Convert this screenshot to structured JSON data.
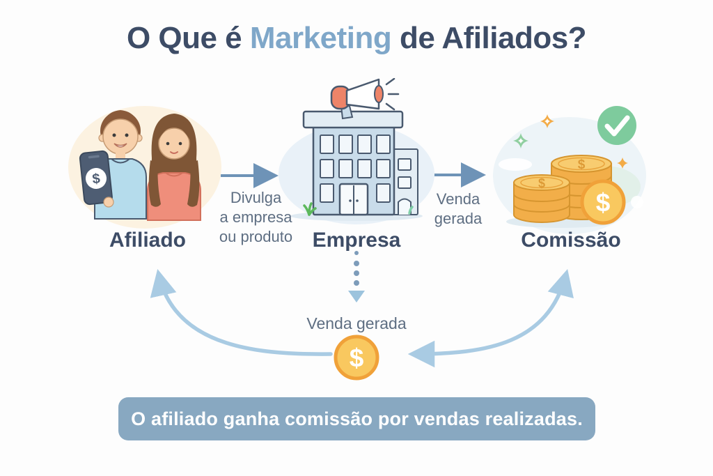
{
  "title": {
    "prefix": "O Que é ",
    "highlight": "Marketing",
    "suffix": " de Afiliados?"
  },
  "nodes": {
    "afiliado": {
      "label": "Afiliado",
      "icon": "couple-with-phone-icon"
    },
    "empresa": {
      "label": "Empresa",
      "icon": "building-with-megaphone-icon"
    },
    "comissao": {
      "label": "Comissão",
      "icon": "coin-stacks-with-check-icon"
    }
  },
  "edges": {
    "divulga": {
      "from": "Afiliado",
      "to": "Empresa",
      "lines": [
        "Divulga",
        "a empresa",
        "ou produto"
      ],
      "style": "solid-arrow"
    },
    "venda": {
      "from": "Empresa",
      "to": "Comissão",
      "lines": [
        "Venda",
        "gerada"
      ],
      "style": "solid-arrow"
    },
    "venda_baixo": {
      "from": "Empresa",
      "label": "Venda gerada",
      "style": "dotted-down-arrow"
    },
    "coin_to_afiliado": {
      "style": "curved-arrow-up-left"
    },
    "comissao_to_coin": {
      "style": "curved-arrow-double"
    }
  },
  "symbols": {
    "phone_dollar": "$",
    "coin_dollar": "$",
    "stack_dollar": "$"
  },
  "sale_coin": {
    "icon": "dollar-coin-icon"
  },
  "footer": {
    "text": "O afiliado ganha comissão por vendas realizadas."
  },
  "colors": {
    "title_dark": "#3d4c66",
    "title_highlight": "#7fa7c9",
    "edge_label": "#5e6e82",
    "arrow_steel": "#6e93b7",
    "arrow_light": "#a9cbe3",
    "dotted_arrow": "#9cc3dd",
    "banner_bg": "#88a8c1",
    "banner_text": "#ffffff",
    "coin_gold": "#f2ae49",
    "coin_gold_light": "#f8cc70",
    "check_green": "#7ecb9d",
    "blob_cream": "#fcf2e1",
    "blob_blue": "#e9f1f8",
    "shirt_blue": "#b5dcec",
    "shirt_coral": "#ef8e7b",
    "megaphone_coral": "#ee8468"
  }
}
